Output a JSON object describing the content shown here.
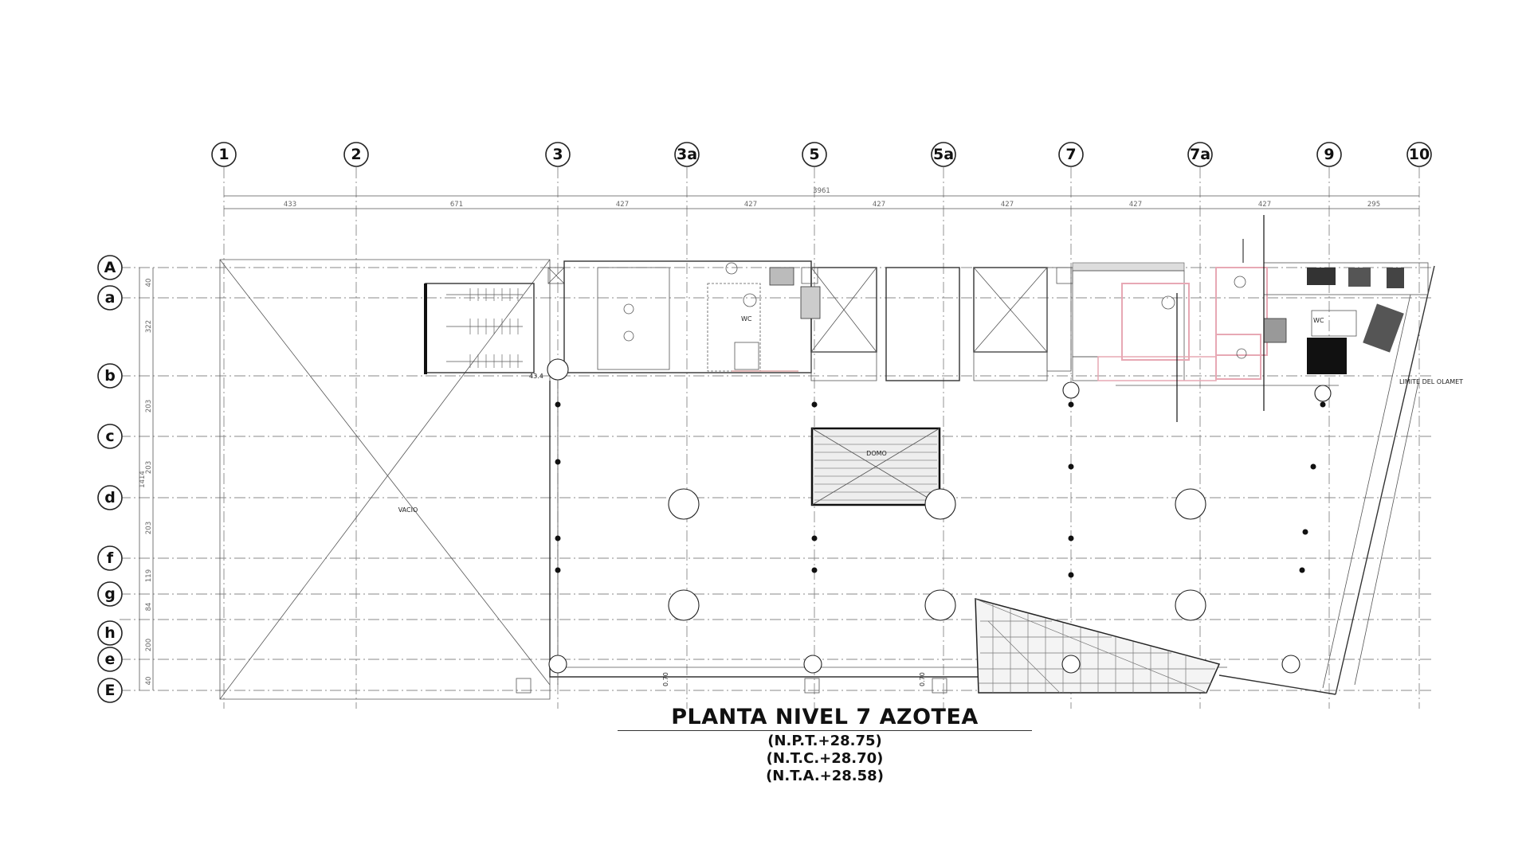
{
  "drawing": {
    "title": "PLANTA NIVEL 7 AZOTEA",
    "levels": [
      "(N.P.T.+28.75)",
      "(N.T.C.+28.70)",
      "(N.T.A.+28.58)"
    ]
  },
  "axes": {
    "vertical": [
      "1",
      "2",
      "3",
      "3a",
      "5",
      "5a",
      "7",
      "7a",
      "9",
      "10"
    ],
    "horizontal": [
      "A",
      "a",
      "b",
      "c",
      "d",
      "f",
      "g",
      "h",
      "e",
      "E"
    ]
  },
  "dimensions": {
    "total_horizontal": "3961",
    "horizontal_spans": [
      "433",
      "671",
      "427",
      "427",
      "427",
      "427",
      "427",
      "427",
      "295"
    ],
    "total_vertical": "1414",
    "vertical_spans": [
      "40",
      "322",
      "203",
      "203",
      "203",
      "119",
      "84",
      "200",
      "40"
    ]
  },
  "labels": {
    "void": "VACIO",
    "dome": "DOMO",
    "property_limit": "LIMITE DEL OLAMET",
    "small_dim": "43.4",
    "heights": [
      "0.70",
      "0.70"
    ],
    "wc": "WC"
  }
}
